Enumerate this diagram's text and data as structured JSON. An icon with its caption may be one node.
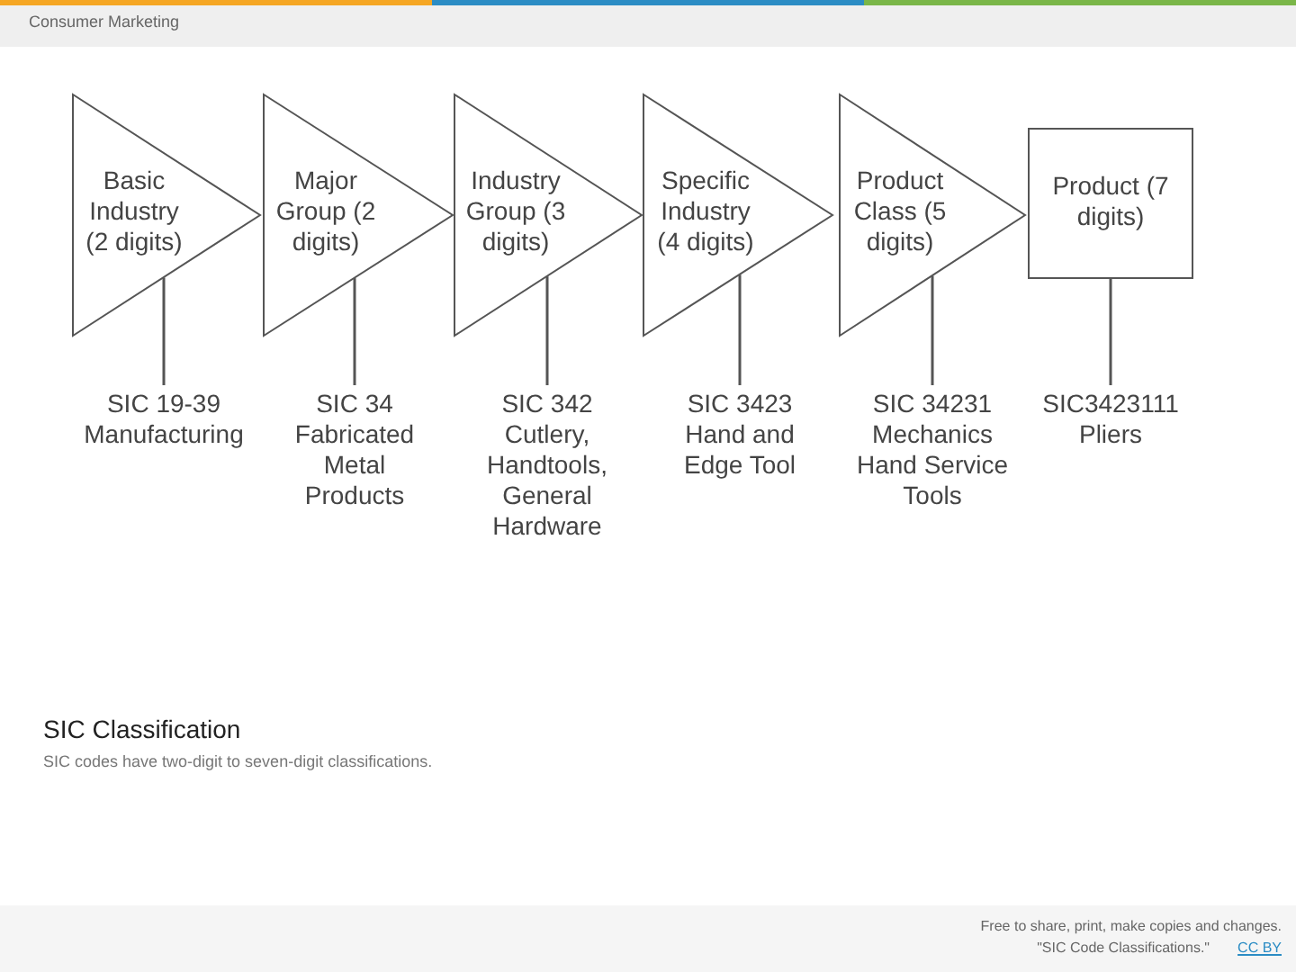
{
  "diagram": {
    "title": "SIC Classification",
    "caption": "SIC codes have two-digit to seven-digit classifications.",
    "nodes": [
      {
        "text": [
          "Basic Industry (2 digits)"
        ]
      },
      {
        "text": [
          "Major Group (2 digits)"
        ]
      },
      {
        "text": [
          "Industry Group (3 digits)"
        ]
      },
      {
        "text": [
          "Specific Industry (4 digits)"
        ]
      },
      {
        "text": [
          "Product Class (5 digits)"
        ]
      },
      {
        "text": [
          "Product (7 digits)"
        ]
      },
      {
        "text": [
          "SIC 19-39 Manufacturing"
        ]
      },
      {
        "text": [
          "SIC 34 Fabricated Metal Products"
        ]
      },
      {
        "text": [
          "SIC 342 Cutlery, Handtools, General Hardware"
        ]
      },
      {
        "text": [
          "SIC 3423 Hand and Edge Tool"
        ]
      },
      {
        "text": [
          "SIC 34231 Mechanics Hand Service Tools"
        ]
      },
      {
        "text": [
          "SIC3423111 Pliers"
        ]
      }
    ],
    "edges": [
      {
        "from": 0,
        "to": 6,
        "arrow": "none"
      },
      {
        "from": 1,
        "to": 7,
        "arrow": "none"
      },
      {
        "from": 2,
        "to": 8,
        "arrow": "none"
      },
      {
        "from": 3,
        "to": 9,
        "arrow": "none"
      },
      {
        "from": 4,
        "to": 10,
        "arrow": "none"
      },
      {
        "from": 5,
        "to": 11,
        "arrow": "none"
      }
    ],
    "labels": [
      "Consumer Marketing",
      "Free to share, print, make copies and changes.",
      "\"SIC Code Classifications.\"",
      "CC BY"
    ]
  }
}
